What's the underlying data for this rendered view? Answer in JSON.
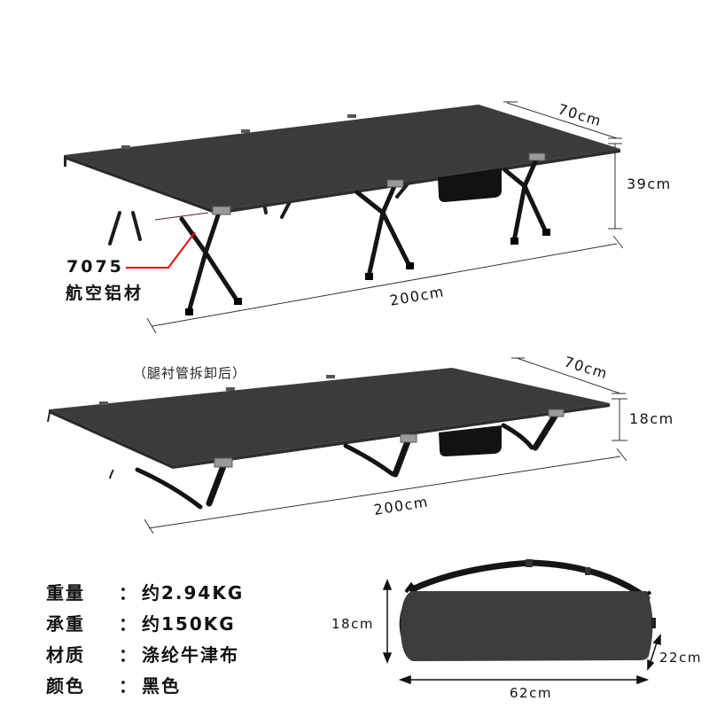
{
  "upright_cot": {
    "dimensions": {
      "width": "70cm",
      "height": "39cm",
      "length": "200cm"
    },
    "callout": {
      "code": "7075",
      "material": "航空铝材",
      "line_color": "#e01010"
    }
  },
  "low_cot": {
    "caption": "（腿衬管拆卸后）",
    "dimensions": {
      "width": "70cm",
      "height": "18cm",
      "length": "200cm"
    }
  },
  "carry_bag": {
    "dimensions": {
      "height": "18cm",
      "depth": "22cm",
      "length": "62cm"
    }
  },
  "specs": [
    {
      "key": "重量",
      "sep": "：",
      "value": "约2.94KG"
    },
    {
      "key": "承重",
      "sep": "：",
      "value": "约150KG"
    },
    {
      "key": "材质",
      "sep": "：",
      "value": "涤纶牛津布"
    },
    {
      "key": "颜色",
      "sep": "：",
      "value": "黑色"
    }
  ],
  "colors": {
    "fabric": "#3a3a3a",
    "frame": "#1c1c1c",
    "pouch": "#121212",
    "dim_line": "#333333",
    "background": "#ffffff"
  }
}
